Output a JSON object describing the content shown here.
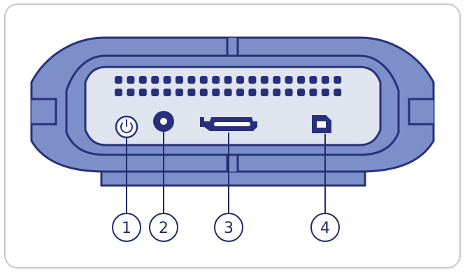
{
  "colors": {
    "frame_border": "#c7c7c7",
    "shell_fill": "#7d8fc8",
    "shell_dark": "#27307a",
    "panel_fill": "#dfe4ef",
    "vent_fill": "#27307a",
    "callout_line": "#1f2a6b"
  },
  "icons": {
    "power_button": "power-icon",
    "dc_input": "dc-jack-icon",
    "esata_port": "esata-port-icon",
    "usb_port": "usb-b-port-icon"
  },
  "callouts": [
    {
      "label": "1",
      "target": "power_button"
    },
    {
      "label": "2",
      "target": "dc_input"
    },
    {
      "label": "3",
      "target": "esata_port"
    },
    {
      "label": "4",
      "target": "usb_port"
    }
  ]
}
